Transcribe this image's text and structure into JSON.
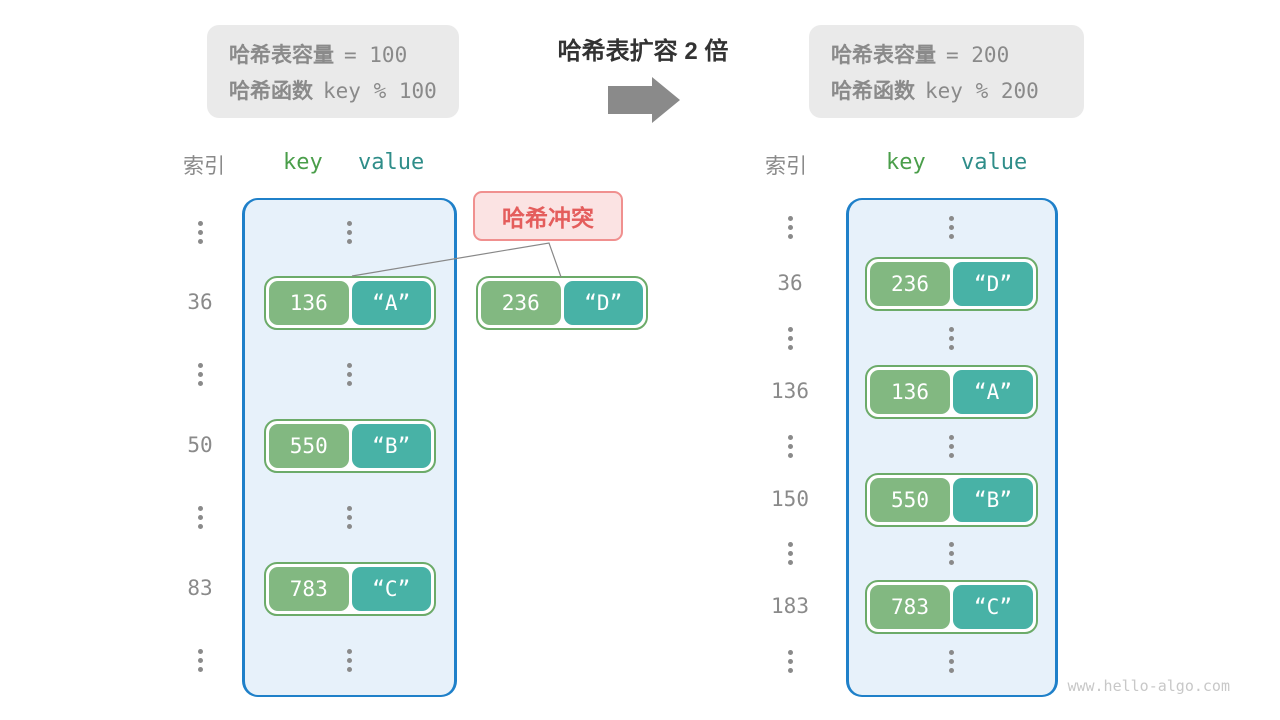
{
  "title": "哈希表扩容 2 倍",
  "arrow_icon": "right-arrow",
  "info_left": {
    "line1_label": "哈希表容量",
    "line1_value": "= 100",
    "line2_label": "哈希函数",
    "line2_value": "key % 100"
  },
  "info_right": {
    "line1_label": "哈希表容量",
    "line1_value": "= 200",
    "line2_label": "哈希函数",
    "line2_value": "key % 200"
  },
  "collision_label": "哈希冲突",
  "collision_pair": {
    "key": "236",
    "value": "“D”"
  },
  "left_table": {
    "headers": {
      "index": "索引",
      "key": "key",
      "value": "value"
    },
    "rows": [
      {
        "type": "dots"
      },
      {
        "type": "pair",
        "index": "36",
        "key": "136",
        "value": "“A”"
      },
      {
        "type": "dots"
      },
      {
        "type": "pair",
        "index": "50",
        "key": "550",
        "value": "“B”"
      },
      {
        "type": "dots"
      },
      {
        "type": "pair",
        "index": "83",
        "key": "783",
        "value": "“C”"
      },
      {
        "type": "dots"
      }
    ]
  },
  "right_table": {
    "headers": {
      "index": "索引",
      "key": "key",
      "value": "value"
    },
    "rows": [
      {
        "type": "dots"
      },
      {
        "type": "pair",
        "index": "36",
        "key": "236",
        "value": "“D”"
      },
      {
        "type": "dots"
      },
      {
        "type": "pair",
        "index": "136",
        "key": "136",
        "value": "“A”"
      },
      {
        "type": "dots"
      },
      {
        "type": "pair",
        "index": "150",
        "key": "550",
        "value": "“B”"
      },
      {
        "type": "dots"
      },
      {
        "type": "pair",
        "index": "183",
        "key": "783",
        "value": "“C”"
      },
      {
        "type": "dots"
      }
    ]
  },
  "watermark": "www.hello-algo.com",
  "colors": {
    "green_pill": "#82b881",
    "teal_pill": "#48b2a6",
    "pair_border": "#6cab69",
    "table_border": "#1f80c9",
    "table_fill": "#e7f1fa",
    "collision_bg": "#fbe3e3",
    "collision_border": "#f0908f",
    "collision_text": "#e45d5c",
    "gray_text": "#8a8a8a",
    "info_bg": "#eaeaea",
    "title_color": "#333333",
    "watermark": "#c8c8c8",
    "key_header": "#4a9e4a",
    "value_header": "#2f8d89",
    "line_color": "#888888"
  }
}
